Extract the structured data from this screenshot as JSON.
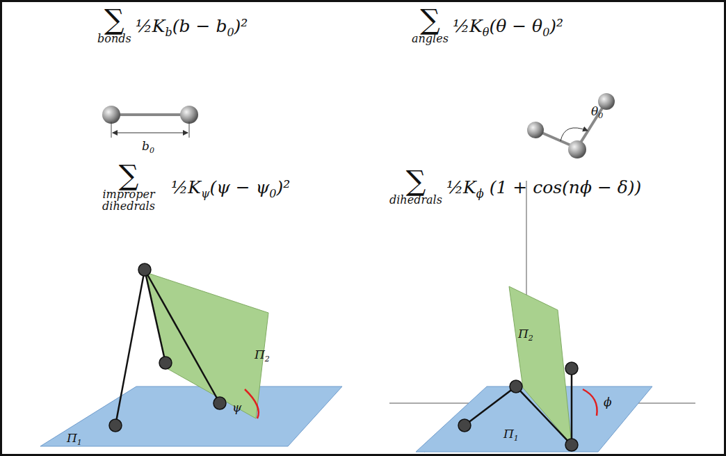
{
  "diagram": {
    "labels": [
      "∑",
      "bonds",
      "½K",
      "b",
      "(b − b",
      "0",
      ")²",
      "∑",
      "angles",
      "½K",
      "θ",
      "(θ − θ",
      "0",
      ")²",
      "∑",
      "improper dihedrals",
      "½K",
      "ψ",
      "(ψ − ψ",
      "0",
      ")²",
      "∑",
      "dihedrals",
      "½K",
      "ϕ",
      " (1 + cos(nϕ − δ))",
      "b",
      "0",
      "θ",
      "0",
      "Π",
      "2",
      "ψ",
      "Π",
      "1",
      "Π",
      "2",
      "ϕ",
      "Π",
      "1"
    ]
  }
}
